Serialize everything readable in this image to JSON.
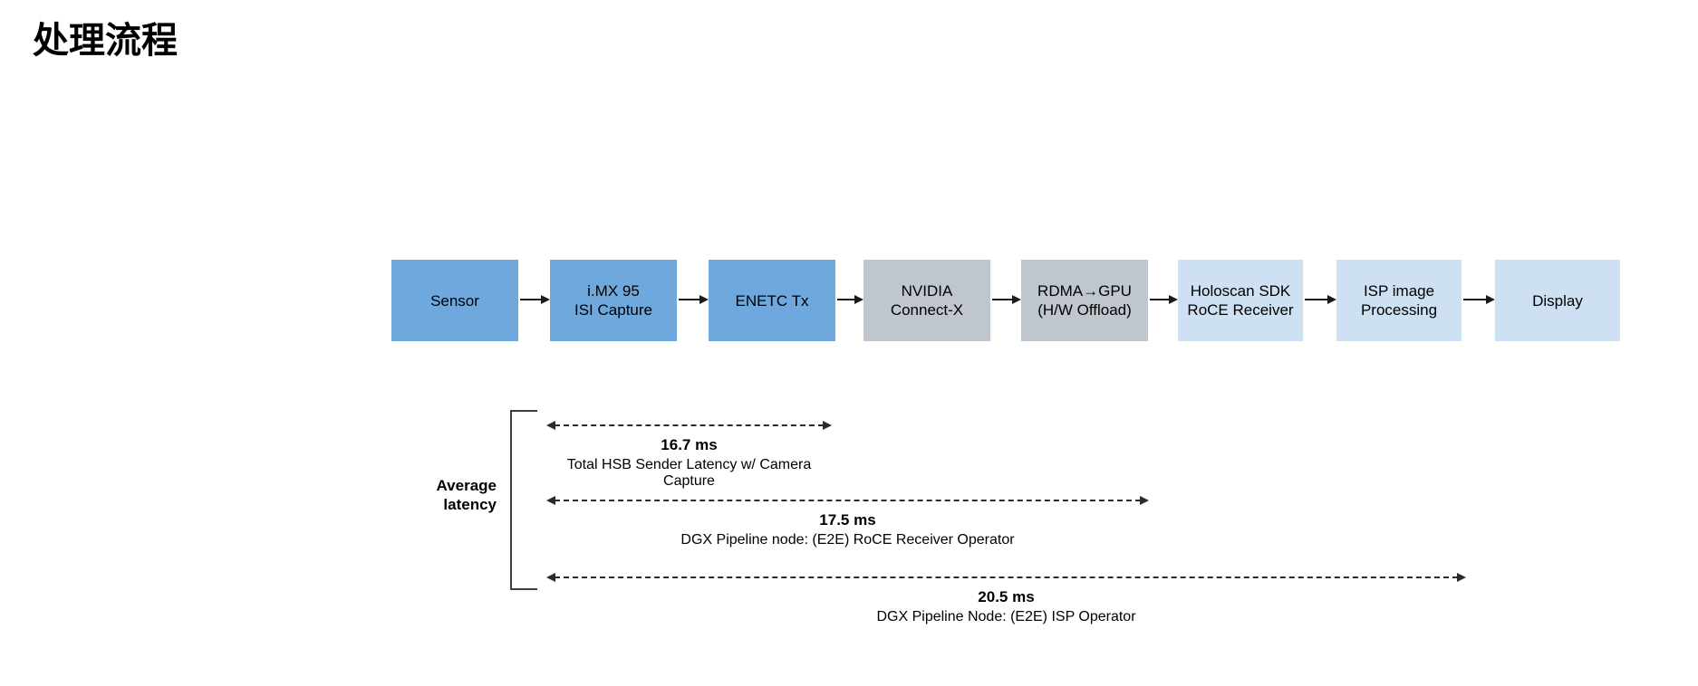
{
  "page": {
    "title": "处理流程",
    "background_color": "#ffffff"
  },
  "flow": {
    "connector_color": "#1a1a1a",
    "palette": {
      "sender_blue": "#6FA8DC",
      "network_gray": "#C0C6CD",
      "receiver_light_blue": "#CDE1F3"
    },
    "steps": [
      {
        "id": "sensor",
        "label_lines": [
          "Sensor"
        ],
        "color": "#6FA8DC"
      },
      {
        "id": "imx95-isi-capture",
        "label_lines": [
          "i.MX 95",
          "ISI Capture"
        ],
        "color": "#6FA8DC"
      },
      {
        "id": "enetc-tx",
        "label_lines": [
          "ENETC Tx"
        ],
        "color": "#6FA8DC"
      },
      {
        "id": "nvidia-connect-x",
        "label_lines": [
          "NVIDIA",
          "Connect-X"
        ],
        "color": "#C0C6CD"
      },
      {
        "id": "rdma-gpu-offload",
        "label_lines": [
          "RDMA→GPU",
          "(H/W Offload)"
        ],
        "color": "#C0C6CD"
      },
      {
        "id": "holoscan-roce-rx",
        "label_lines": [
          "Holoscan SDK",
          "RoCE Receiver"
        ],
        "color": "#CDE1F3"
      },
      {
        "id": "isp-processing",
        "label_lines": [
          "ISP image",
          "Processing"
        ],
        "color": "#CDE1F3"
      },
      {
        "id": "display",
        "label_lines": [
          "Display"
        ],
        "color": "#CDE1F3"
      }
    ]
  },
  "latency": {
    "section_label": "Average latency",
    "arrow_color": "#2b2b2b",
    "bracket_color": "#3d3d3d",
    "measurements": [
      {
        "value": "16.7 ms",
        "description": "Total HSB Sender Latency w/ Camera Capture"
      },
      {
        "value": "17.5 ms",
        "description": "DGX Pipeline node: (E2E) RoCE Receiver Operator"
      },
      {
        "value": "20.5 ms",
        "description": "DGX Pipeline Node: (E2E) ISP Operator"
      }
    ]
  }
}
